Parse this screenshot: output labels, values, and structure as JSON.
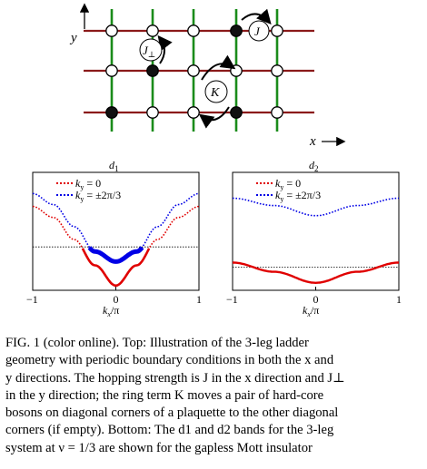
{
  "lattice": {
    "y_axis_label": "y",
    "x_axis_label": "x",
    "J_label": "J",
    "Jperp_label": "J",
    "Jperp_sub": "⊥",
    "K_label": "K",
    "colors": {
      "rungs": "#1a8c1a",
      "legs": "#8b1a1a"
    }
  },
  "chart_data": [
    {
      "type": "line",
      "title": "d1",
      "title_main": "d",
      "title_sub": "1",
      "xlabel": "kx/π",
      "xlim": [
        -1,
        1
      ],
      "xticks": [
        "−1",
        "0",
        "1"
      ],
      "legend_position": "top-left",
      "series": [
        {
          "name": "ky = 0",
          "label_lhs": "k",
          "label_sub": "y",
          "label_rhs": " = 0",
          "color": "#e00000",
          "style": "dotted, solid-thick where occupied",
          "x": [
            -1,
            -0.75,
            -0.5,
            -0.25,
            0,
            0.25,
            0.5,
            0.75,
            1
          ],
          "y": [
            0.86,
            0.74,
            0.5,
            0.22,
            0.0,
            0.22,
            0.5,
            0.74,
            0.86
          ]
        },
        {
          "name": "ky = ±2π/3",
          "label_lhs": "k",
          "label_sub": "y",
          "label_rhs": " = ±2π/3",
          "color": "#0000e6",
          "style": "dotted, solid-thick where occupied",
          "x": [
            -1,
            -0.75,
            -0.5,
            -0.25,
            0,
            0.25,
            0.5,
            0.75,
            1
          ],
          "y": [
            1.0,
            0.88,
            0.64,
            0.37,
            0.26,
            0.37,
            0.64,
            0.88,
            1.0
          ]
        }
      ],
      "reference_line": {
        "y": 0.42,
        "style": "dotted black"
      }
    },
    {
      "type": "line",
      "title": "d2",
      "title_main": "d",
      "title_sub": "2",
      "xlabel": "kx/π",
      "xlim": [
        -1,
        1
      ],
      "xticks": [
        "−1",
        "0",
        "1"
      ],
      "legend_position": "top-left",
      "series": [
        {
          "name": "ky = 0",
          "label_lhs": "k",
          "label_sub": "y",
          "label_rhs": " = 0",
          "color": "#e00000",
          "style": "solid",
          "x": [
            -1,
            -0.5,
            0,
            0.5,
            1
          ],
          "y": [
            0.25,
            0.15,
            0.03,
            0.15,
            0.25
          ]
        },
        {
          "name": "ky = ±2π/3",
          "label_lhs": "k",
          "label_sub": "y",
          "label_rhs": " = ±2π/3",
          "color": "#0000e6",
          "style": "dotted",
          "x": [
            -1,
            -0.5,
            0,
            0.5,
            1
          ],
          "y": [
            0.95,
            0.87,
            0.76,
            0.87,
            0.95
          ]
        }
      ],
      "reference_line": {
        "y": 0.2,
        "style": "dotted black"
      }
    }
  ],
  "caption": {
    "lines": [
      "FIG. 1 (color online).  Top: Illustration of the 3-leg ladder",
      "geometry with periodic boundary conditions in both the x and",
      "y directions. The hopping strength is J in the x direction and J⊥",
      "in the y direction; the ring term K moves a pair of hard-core",
      "bosons on diagonal corners of a plaquette to the other diagonal",
      "corners (if empty). Bottom: The d1 and d2 bands for the 3-leg",
      "system at ν = 1/3 are shown for the gapless Mott insulator"
    ]
  }
}
